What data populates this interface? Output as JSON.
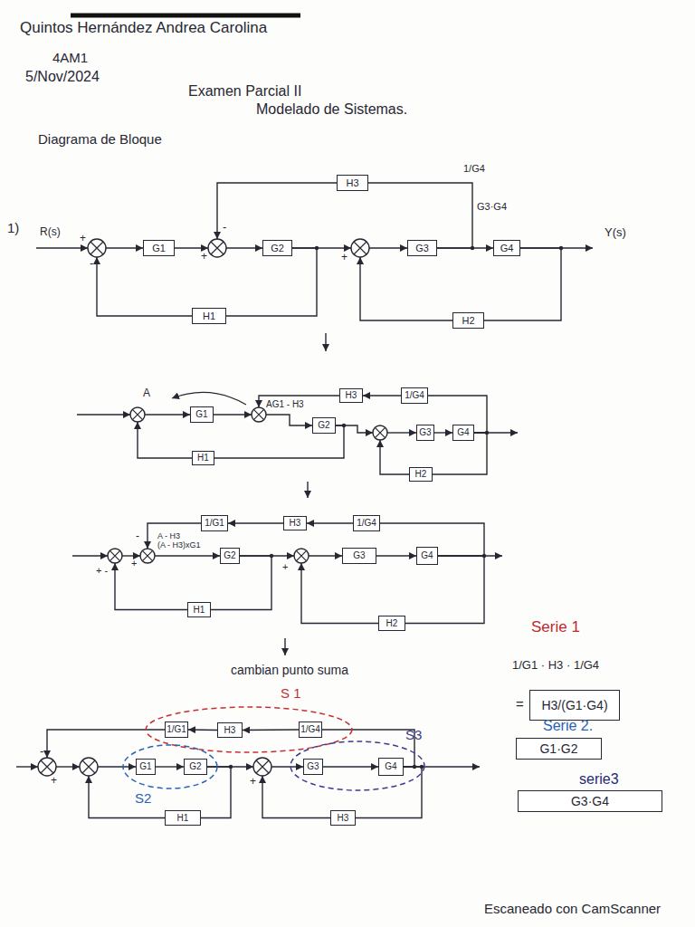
{
  "diagram": {
    "nodes": [
      {
        "text": [
          "H3"
        ]
      },
      {
        "text": [
          "G1"
        ]
      },
      {
        "text": [
          "G2"
        ]
      },
      {
        "text": [
          "G3"
        ]
      },
      {
        "text": [
          "G4"
        ]
      },
      {
        "text": [
          "H1"
        ]
      },
      {
        "text": [
          "H2"
        ]
      },
      {
        "text": [
          "H3"
        ]
      },
      {
        "text": [
          "1/G4"
        ]
      },
      {
        "text": [
          "G1"
        ]
      },
      {
        "text": [
          "G2"
        ]
      },
      {
        "text": [
          "G3"
        ]
      },
      {
        "text": [
          "G4"
        ]
      },
      {
        "text": [
          "H1"
        ]
      },
      {
        "text": [
          "H2"
        ]
      },
      {
        "text": [
          "1/G1"
        ]
      },
      {
        "text": [
          "H3"
        ]
      },
      {
        "text": [
          "1/G4"
        ]
      },
      {
        "text": [
          "G2"
        ]
      },
      {
        "text": [
          "G3"
        ]
      },
      {
        "text": [
          "G4"
        ]
      },
      {
        "text": [
          "H1"
        ]
      },
      {
        "text": [
          "H2"
        ]
      },
      {
        "text": [
          "S 1"
        ]
      },
      {
        "text": [
          "1/G1"
        ],
        "in": 23
      },
      {
        "text": [
          "H3"
        ],
        "in": 23
      },
      {
        "text": [
          "1/G4"
        ],
        "in": 23
      },
      {
        "text": [
          "S2"
        ]
      },
      {
        "text": [
          "G1"
        ],
        "in": 27
      },
      {
        "text": [
          "G2"
        ],
        "in": 27
      },
      {
        "text": [
          "S3"
        ]
      },
      {
        "text": [
          "G3"
        ],
        "in": 30
      },
      {
        "text": [
          "G4"
        ],
        "in": 30
      },
      {
        "text": [
          "H1"
        ]
      },
      {
        "text": [
          "H3"
        ]
      },
      {
        "text": [
          "H3/(G1·G4)"
        ]
      },
      {
        "text": [
          "G1·G2"
        ]
      },
      {
        "text": [
          "G3·G4"
        ]
      }
    ],
    "edges": [
      {
        "from": 3,
        "to": 4,
        "arrow": "to"
      },
      {
        "from": 3,
        "to": 0,
        "arrow": "none"
      },
      {
        "from": 2,
        "to": 5,
        "arrow": "none"
      },
      {
        "from": 4,
        "to": 6,
        "arrow": "none"
      },
      {
        "from": 11,
        "to": 12,
        "arrow": "to"
      },
      {
        "from": 8,
        "to": 7,
        "arrow": "to"
      },
      {
        "from": 12,
        "to": 8,
        "arrow": "none"
      },
      {
        "from": 12,
        "to": 14,
        "arrow": "none"
      },
      {
        "from": 10,
        "to": 13,
        "arrow": "none"
      },
      {
        "from": 19,
        "to": 20,
        "arrow": "to"
      },
      {
        "from": 17,
        "to": 16,
        "arrow": "to"
      },
      {
        "from": 16,
        "to": 15,
        "arrow": "to"
      },
      {
        "from": 20,
        "to": 17,
        "arrow": "none"
      },
      {
        "from": 20,
        "to": 22,
        "arrow": "none"
      },
      {
        "from": 18,
        "to": 21,
        "arrow": "none"
      },
      {
        "from": 28,
        "to": 29,
        "arrow": "to"
      },
      {
        "from": 31,
        "to": 32,
        "arrow": "to"
      },
      {
        "from": 26,
        "to": 25,
        "arrow": "to"
      },
      {
        "from": 25,
        "to": 24,
        "arrow": "to"
      },
      {
        "from": 32,
        "to": 26,
        "arrow": "none"
      },
      {
        "from": 32,
        "to": 34,
        "arrow": "none"
      },
      {
        "from": 29,
        "to": 33,
        "arrow": "none"
      }
    ],
    "labels": [
      "Quintos Hernández Andrea Carolina",
      "4AM1",
      "5/Nov/2024",
      "Examen Parcial II",
      "Modelado de Sistemas.",
      "Diagrama de Bloque",
      "1)",
      "R(s)",
      "+",
      "-",
      "+",
      "-",
      "+",
      "1/G4",
      "G3·G4",
      "Y(s)",
      "A",
      "AG1 - H3",
      "+ -",
      "+",
      "-",
      "A - H3",
      "(A - H3)xG1",
      "+",
      "cambian punto suma",
      "-",
      "+",
      "+",
      "Serie 1",
      "1/G1 · H3 · 1/G4",
      "=",
      "Serie 2.",
      "serie3",
      "Escaneado con CamScanner"
    ]
  }
}
